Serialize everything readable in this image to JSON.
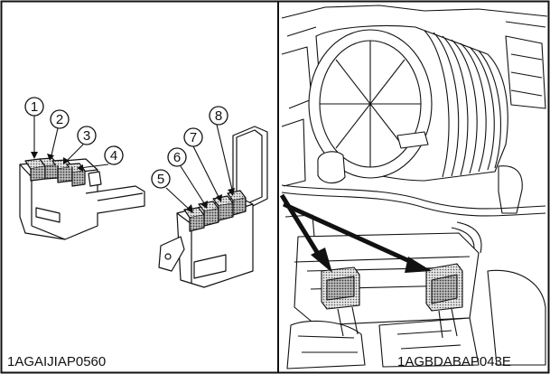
{
  "left_panel": {
    "callouts": [
      "1",
      "2",
      "3",
      "4",
      "5",
      "6",
      "7",
      "8"
    ],
    "figure_code": "1AGAIJIAP0560"
  },
  "right_panel": {
    "figure_code": "1AGBDABAP043E"
  },
  "colors": {
    "line": "#111111",
    "shade": "#8a8a8a",
    "shade_light": "#c9c9c9"
  }
}
